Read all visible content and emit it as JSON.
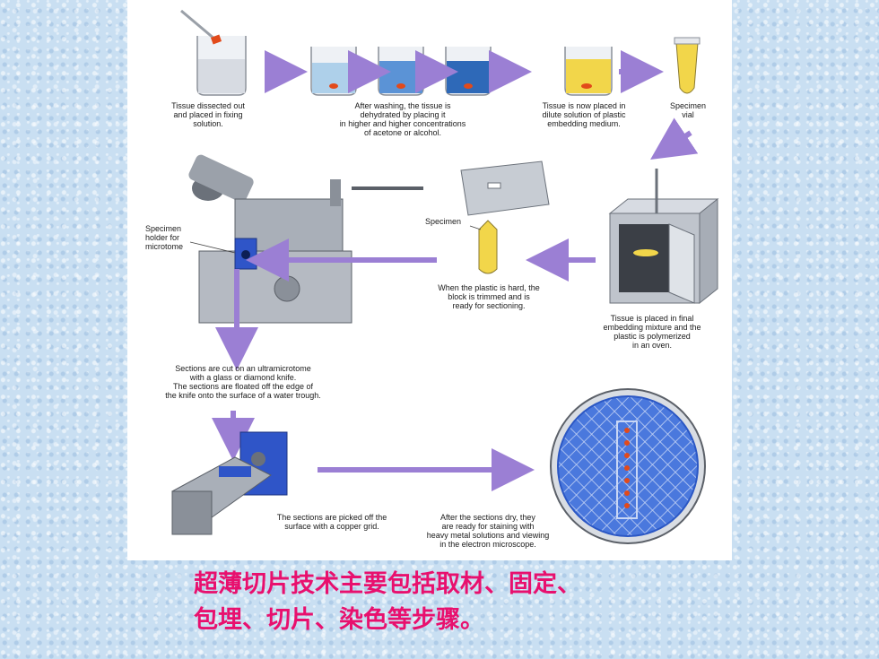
{
  "diagram": {
    "steps": {
      "fixing": "Tissue dissected out\nand placed in fixing\nsolution.",
      "dehydration": "After washing, the tissue is\ndehydrated by placing it\nin higher and higher concentrations\nof acetone or alcohol.",
      "embedding": "Tissue is now placed in\ndilute solution of plastic\nembedding medium.",
      "vial": "Specimen\nvial",
      "oven": "Tissue is placed in final\nembedding mixture and the\nplastic is polymerized\nin an oven.",
      "trimming": "When the plastic is hard, the\nblock is trimmed and is\nready for sectioning.",
      "specimen_label": "Specimen",
      "holder": "Specimen\nholder for\nmicrotome",
      "cutting": "Sections are cut on an ultramicrotome\nwith a glass or diamond knife.\nThe sections are floated off the edge of\nthe knife onto the surface of a water trough.",
      "pickup": "The sections are picked off the\nsurface with a copper grid.",
      "staining": "After the sections dry, they\nare ready for staining with\nheavy metal solutions and viewing\nin the electron microscope."
    },
    "colors": {
      "arrow": "#9b7fd4",
      "blue_device": "#2f55c8",
      "grid": "#2b57c4",
      "yellow": "#f2d64a"
    }
  },
  "caption": {
    "line1": "超薄切片技术主要包括取材、固定、",
    "line2": "包埋、切片、染色等步骤。"
  }
}
